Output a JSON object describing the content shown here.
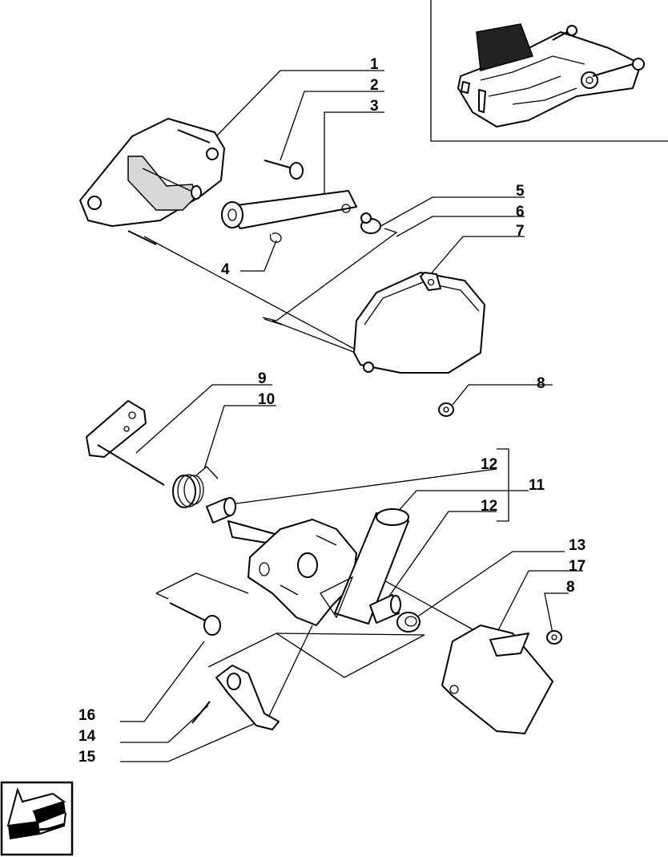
{
  "callouts": [
    {
      "id": "c1",
      "text": "1"
    },
    {
      "id": "c2",
      "text": "2"
    },
    {
      "id": "c3",
      "text": "3"
    },
    {
      "id": "c4",
      "text": "4"
    },
    {
      "id": "c5",
      "text": "5"
    },
    {
      "id": "c6",
      "text": "6"
    },
    {
      "id": "c7",
      "text": "7"
    },
    {
      "id": "c8a",
      "text": "8"
    },
    {
      "id": "c9",
      "text": "9"
    },
    {
      "id": "c10",
      "text": "10"
    },
    {
      "id": "c12a",
      "text": "12"
    },
    {
      "id": "c11",
      "text": "11"
    },
    {
      "id": "c12b",
      "text": "12"
    },
    {
      "id": "c13",
      "text": "13"
    },
    {
      "id": "c17",
      "text": "17"
    },
    {
      "id": "c8b",
      "text": "8"
    },
    {
      "id": "c16",
      "text": "16"
    },
    {
      "id": "c14",
      "text": "14"
    },
    {
      "id": "c15",
      "text": "15"
    }
  ],
  "icons": {
    "nav": "back-arrow-icon",
    "locator": "tractor-lift-locator-icon"
  }
}
